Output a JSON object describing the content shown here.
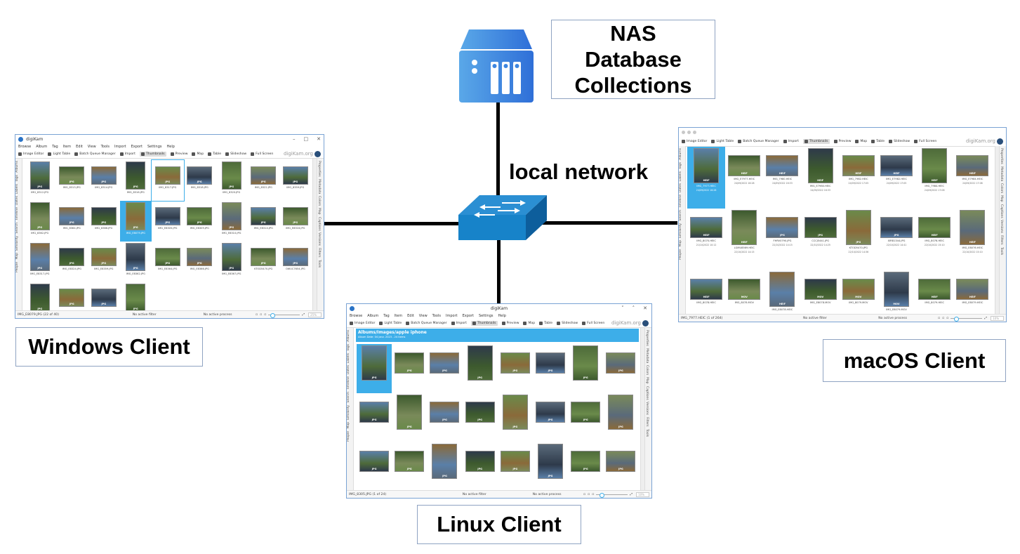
{
  "diagram": {
    "title_box": {
      "lines": [
        "NAS",
        "Database",
        "Collections"
      ]
    },
    "network_label": "local network",
    "nodes": [
      {
        "id": "nas",
        "icon": "nas-server-icon",
        "color": "#3d8fe0"
      },
      {
        "id": "switch",
        "icon": "network-switch-icon",
        "color": "#1b7fc2"
      }
    ],
    "client_labels": {
      "windows": "Windows Client",
      "linux": "Linux Client",
      "macos": "macOS Client"
    },
    "connections": [
      {
        "from": "nas",
        "to": "switch"
      },
      {
        "from": "switch",
        "to": "windows"
      },
      {
        "from": "switch",
        "to": "linux"
      },
      {
        "from": "switch",
        "to": "macos"
      }
    ]
  },
  "app": {
    "name": "digiKam",
    "brand": "digiKam.org",
    "menu": [
      "Browse",
      "Album",
      "Tag",
      "Item",
      "Edit",
      "View",
      "Tools",
      "Import",
      "Export",
      "Settings",
      "Help"
    ],
    "toolbar": [
      "Image Editor",
      "Light Table",
      "Batch Queue Manager",
      "Import",
      "Thumbnails",
      "Preview",
      "Map",
      "Table",
      "Slideshow",
      "Full Screen"
    ],
    "left_tabs": [
      "Albums",
      "Tags",
      "Labels",
      "Dates",
      "Timeline",
      "Search",
      "Similarity",
      "Map",
      "People"
    ],
    "right_tabs": [
      "Properties",
      "Metadata",
      "Colors",
      "Map",
      "Captions",
      "Versions",
      "Filters",
      "Tools"
    ],
    "status_filter": "No active filter",
    "status_process": "No active process"
  },
  "windows_client": {
    "status_item": "IMG_E8079.JPG (22 of 40)",
    "zoom": "25%",
    "zoom_fraction": 0.05,
    "items": [
      {
        "name": "IMG_8312.JPG",
        "fmt": "JPG"
      },
      {
        "name": "IMG_8313.JPG",
        "fmt": "JPG"
      },
      {
        "name": "IMG_8314.JPG",
        "fmt": "JPG"
      },
      {
        "name": "IMG_8316.JPG",
        "fmt": "JPG"
      },
      {
        "name": "IMG_8317.JPG",
        "fmt": "JPG",
        "focus": true
      },
      {
        "name": "IMG_8318.JPG",
        "fmt": "JPG"
      },
      {
        "name": "IMG_8320.JPG",
        "fmt": "JPG"
      },
      {
        "name": "IMG_8322.JPG",
        "fmt": "JPG"
      },
      {
        "name": "IMG_8359.JPG",
        "fmt": "JPG"
      },
      {
        "name": "IMG_8362.JPG",
        "fmt": "JPG"
      },
      {
        "name": "IMG_8364.JPG",
        "fmt": "JPG"
      },
      {
        "name": "IMG_8366.JPG",
        "fmt": "JPG"
      },
      {
        "name": "IMG_E8079.JPG",
        "fmt": "JPG",
        "selected": true
      },
      {
        "name": "IMG_E8305.JPG",
        "fmt": "JPG"
      },
      {
        "name": "IMG_E8309.JPG",
        "fmt": "JPG"
      },
      {
        "name": "IMG_E8310.JPG",
        "fmt": "JPG"
      },
      {
        "name": "IMG_E8314.JPG",
        "fmt": "JPG"
      },
      {
        "name": "IMG_E8316.JPG",
        "fmt": "JPG"
      },
      {
        "name": "IMG_E8317.JPG",
        "fmt": "JPG"
      },
      {
        "name": "IMG_E8324.JPG",
        "fmt": "JPG"
      },
      {
        "name": "IMG_E8359.JPG",
        "fmt": "JPG"
      },
      {
        "name": "IMG_E8362.JPG",
        "fmt": "JPG"
      },
      {
        "name": "IMG_E8364.JPG",
        "fmt": "JPG"
      },
      {
        "name": "IMG_E8366.JPG",
        "fmt": "JPG"
      },
      {
        "name": "IMG_E8367.JPG",
        "fmt": "JPG"
      },
      {
        "name": "KTOD5470.JPG",
        "fmt": "JPG"
      },
      {
        "name": "OWUC7654.JPG",
        "fmt": "JPG"
      },
      {
        "name": "",
        "fmt": "JPG"
      },
      {
        "name": "",
        "fmt": "JPG"
      },
      {
        "name": "",
        "fmt": "JPG"
      },
      {
        "name": "",
        "fmt": "JPG"
      }
    ]
  },
  "linux_client": {
    "album_path": "Albums/Images/apple iphone",
    "album_info": "Album Date: 04 janv. 2023 - 24 items",
    "status_item": "IMG_8305.JPG (1 of 24)",
    "zoom": "10%",
    "zoom_fraction": 0.1,
    "items": [
      {
        "fmt": "JPG",
        "selected": true
      },
      {
        "fmt": "JPG"
      },
      {
        "fmt": "JPG"
      },
      {
        "fmt": "JPG"
      },
      {
        "fmt": "JPG"
      },
      {
        "fmt": "JPG"
      },
      {
        "fmt": "JPG"
      },
      {
        "fmt": "JPG"
      },
      {
        "fmt": "JPG"
      },
      {
        "fmt": "JPG"
      },
      {
        "fmt": "JPG"
      },
      {
        "fmt": "JPG"
      },
      {
        "fmt": "JPG"
      },
      {
        "fmt": "JPG"
      },
      {
        "fmt": "JPG"
      },
      {
        "fmt": "JPG"
      },
      {
        "fmt": "JPG"
      },
      {
        "fmt": "JPG"
      },
      {
        "fmt": "JPG"
      },
      {
        "fmt": "JPG"
      },
      {
        "fmt": "JPG"
      },
      {
        "fmt": "JPG"
      },
      {
        "fmt": "JPG"
      },
      {
        "fmt": "JPG"
      }
    ]
  },
  "macos_client": {
    "status_item": "IMG_7977.HEIC (1 of 264)",
    "zoom": "10%",
    "zoom_fraction": 0.1,
    "items": [
      {
        "name": "IMG_7977.HEIC",
        "date": "24/09/2022 16:28",
        "fmt": "HEIF",
        "selected": true
      },
      {
        "name": "IMG_E7977.HEIC",
        "date": "24/09/2022 16:28",
        "fmt": "HEIF"
      },
      {
        "name": "IMG_7980.HEIC",
        "date": "24/09/2022 16:33",
        "fmt": "HEIF"
      },
      {
        "name": "IMG_E7980.HEIC",
        "date": "24/09/2022 16:33",
        "fmt": "HEIF"
      },
      {
        "name": "IMG_7982.HEIC",
        "date": "24/09/2022 17:05",
        "fmt": "HEIF"
      },
      {
        "name": "IMG_E7982.HEIC",
        "date": "24/09/2022 17:05",
        "fmt": "HEIF"
      },
      {
        "name": "IMG_7984.HEIC",
        "date": "24/09/2022 17:08",
        "fmt": "HEIF"
      },
      {
        "name": "IMG_E7984.HEIC",
        "date": "24/09/2022 17:08",
        "fmt": "HEIF"
      },
      {
        "name": "IMG_8070.HEIC",
        "date": "21/10/2022 10:12",
        "fmt": "HEIF"
      },
      {
        "name": "LGMU8569.HEIC",
        "date": "22/10/2022 14:15",
        "fmt": "HEIF"
      },
      {
        "name": "FHRV0790.JPG",
        "date": "22/10/2022 14:15",
        "fmt": "JPG"
      },
      {
        "name": "CCCJ5441.JPG",
        "date": "22/10/2022 14:25",
        "fmt": "JPG"
      },
      {
        "name": "KTOD5470.JPG",
        "date": "22/10/2022 14:36",
        "fmt": "JPG"
      },
      {
        "name": "XIRB1344.JPG",
        "date": "22/10/2022 14:41",
        "fmt": "JPG"
      },
      {
        "name": "IMG_8076.HEIC",
        "date": "22/10/2022 15:10",
        "fmt": "HEIF"
      },
      {
        "name": "IMG_E8076.HEIC",
        "date": "22/10/2022 15:10",
        "fmt": "HEIF"
      },
      {
        "name": "IMG_8078.HEIC",
        "date": "",
        "fmt": "HEIF"
      },
      {
        "name": "IMG_8078.MOV",
        "date": "",
        "fmt": "MOV"
      },
      {
        "name": "IMG_E8078.HEIC",
        "date": "",
        "fmt": "HEIF"
      },
      {
        "name": "IMG_E8078.MOV",
        "date": "",
        "fmt": "MOV"
      },
      {
        "name": "IMG_8079.MOV",
        "date": "",
        "fmt": "MOV"
      },
      {
        "name": "IMG_E8079.MOV",
        "date": "",
        "fmt": "MOV"
      },
      {
        "name": "IMG_8079.HEIC",
        "date": "",
        "fmt": "HEIF"
      },
      {
        "name": "IMG_E8079.HEIC",
        "date": "",
        "fmt": "HEIF"
      }
    ]
  }
}
